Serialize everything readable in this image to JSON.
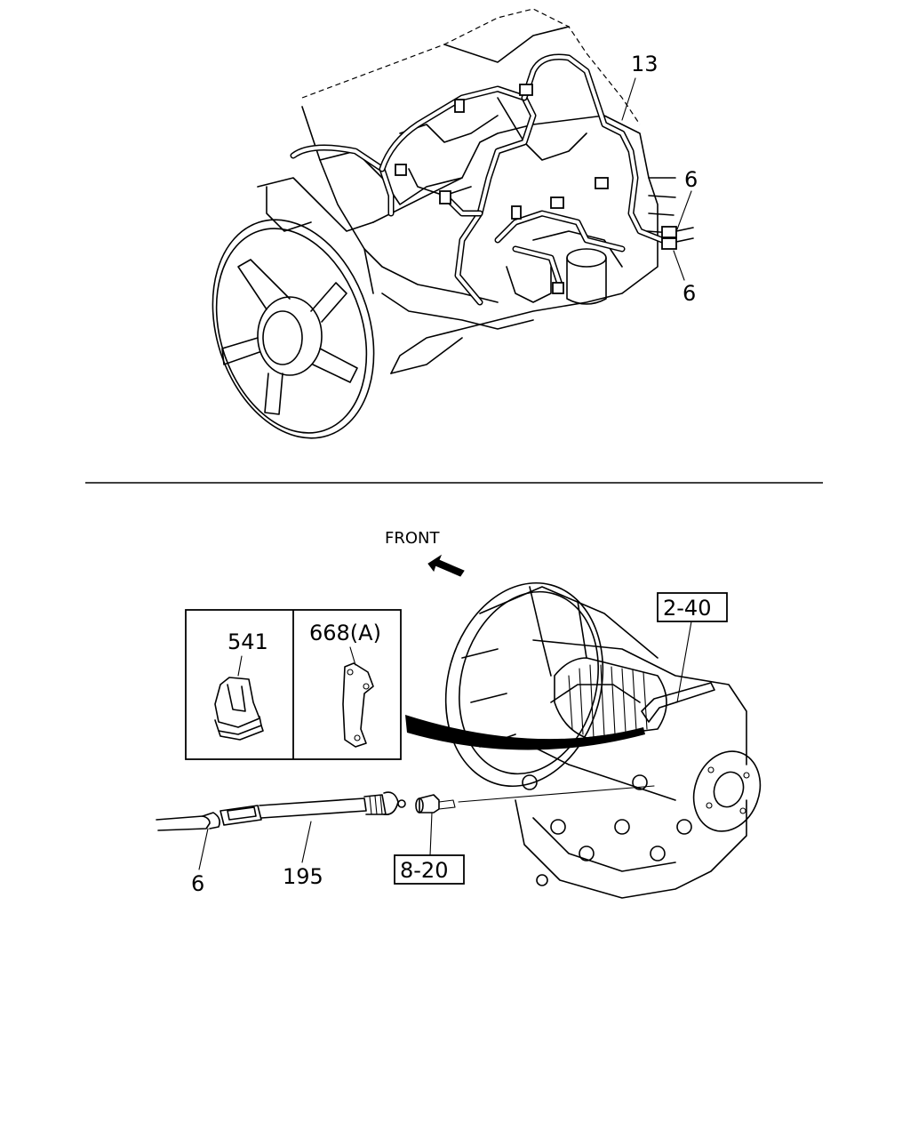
{
  "upper_view": {
    "callouts": {
      "harness": "13",
      "connector_top": "6",
      "connector_bottom": "6"
    }
  },
  "lower_view": {
    "direction_label": "FRONT",
    "inset": {
      "left_part": "541",
      "right_part": "668(A)"
    },
    "callouts": {
      "transmission_ref": "2-40",
      "cable_end": "6",
      "speedometer_cable": "195",
      "driven_gear_ref": "8-20"
    }
  }
}
